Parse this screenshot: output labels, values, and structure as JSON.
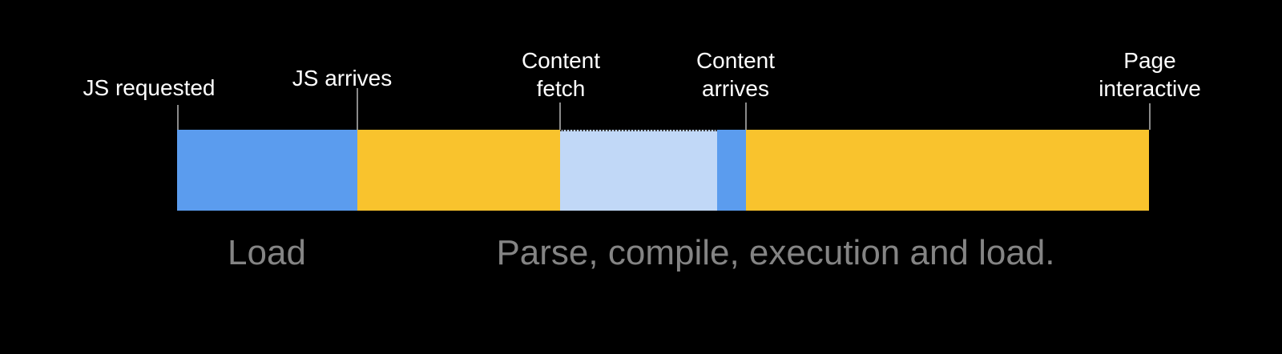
{
  "diagram": {
    "background": "#000000",
    "milestones": [
      {
        "id": "js-requested",
        "label": "JS requested"
      },
      {
        "id": "js-arrives",
        "label": "JS arrives"
      },
      {
        "id": "content-fetch",
        "label": "Content\nfetch"
      },
      {
        "id": "content-arrives",
        "label": "Content\narrives"
      },
      {
        "id": "page-interactive",
        "label": "Page\ninteractive"
      }
    ],
    "segments": [
      {
        "name": "load",
        "color": "#5b9cee"
      },
      {
        "name": "parse-compile-1",
        "color": "#f9c32d"
      },
      {
        "name": "content-fetch",
        "color": "#c1d8f7",
        "dotted_top": true
      },
      {
        "name": "content-load",
        "color": "#5b9cee"
      },
      {
        "name": "parse-compile-2",
        "color": "#f9c32d"
      }
    ],
    "phases": [
      {
        "id": "load",
        "label": "Load"
      },
      {
        "id": "parse-compile",
        "label": "Parse, compile, execution and load."
      }
    ],
    "colors": {
      "blue": "#5b9cee",
      "yellow": "#f9c32d",
      "light_blue": "#c1d8f7",
      "tick": "#8a8a8a",
      "milestone_text": "#ffffff",
      "phase_text": "#848484",
      "dotted_border": "#3f3f3f"
    }
  }
}
